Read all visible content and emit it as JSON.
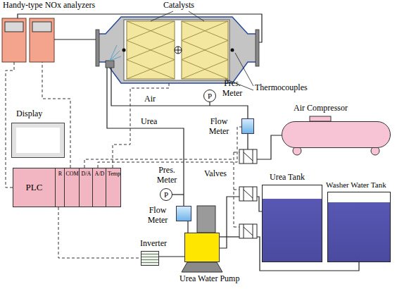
{
  "diagram": {
    "nodes": [
      {
        "text": [
          "Display"
        ]
      },
      {
        "text": [
          "PLC"
        ]
      },
      {
        "text": [
          "R"
        ],
        "in": 1
      },
      {
        "text": [
          "COM"
        ],
        "in": 1
      },
      {
        "text": [
          "D/A"
        ],
        "in": 1
      },
      {
        "text": [
          "A/D"
        ],
        "in": 1
      },
      {
        "text": [
          "Temp"
        ],
        "in": 1
      },
      {
        "text": [
          "P",
          "Pres. Meter"
        ]
      },
      {
        "text": [
          "Flow Meter"
        ]
      },
      {
        "text": [
          "Air Compressor"
        ]
      },
      {
        "text": [
          "P",
          "Pres. Meter"
        ]
      },
      {
        "text": [
          "Flow Meter"
        ]
      },
      {
        "text": [
          "Urea Tank"
        ]
      },
      {
        "text": [
          "Washer Water Tank"
        ]
      },
      {
        "text": [
          "Inverter"
        ]
      },
      {
        "text": [
          "Urea Water Pump"
        ]
      }
    ],
    "edges": [
      {
        "from": 14,
        "to": 15,
        "arrow": "none"
      },
      {
        "from": 15,
        "to": 11,
        "arrow": "none"
      }
    ],
    "labels": [
      "Handy-type NOx analyzers",
      "Catalysts",
      "Thermocouples",
      "Air",
      "Urea",
      "Valves"
    ]
  }
}
